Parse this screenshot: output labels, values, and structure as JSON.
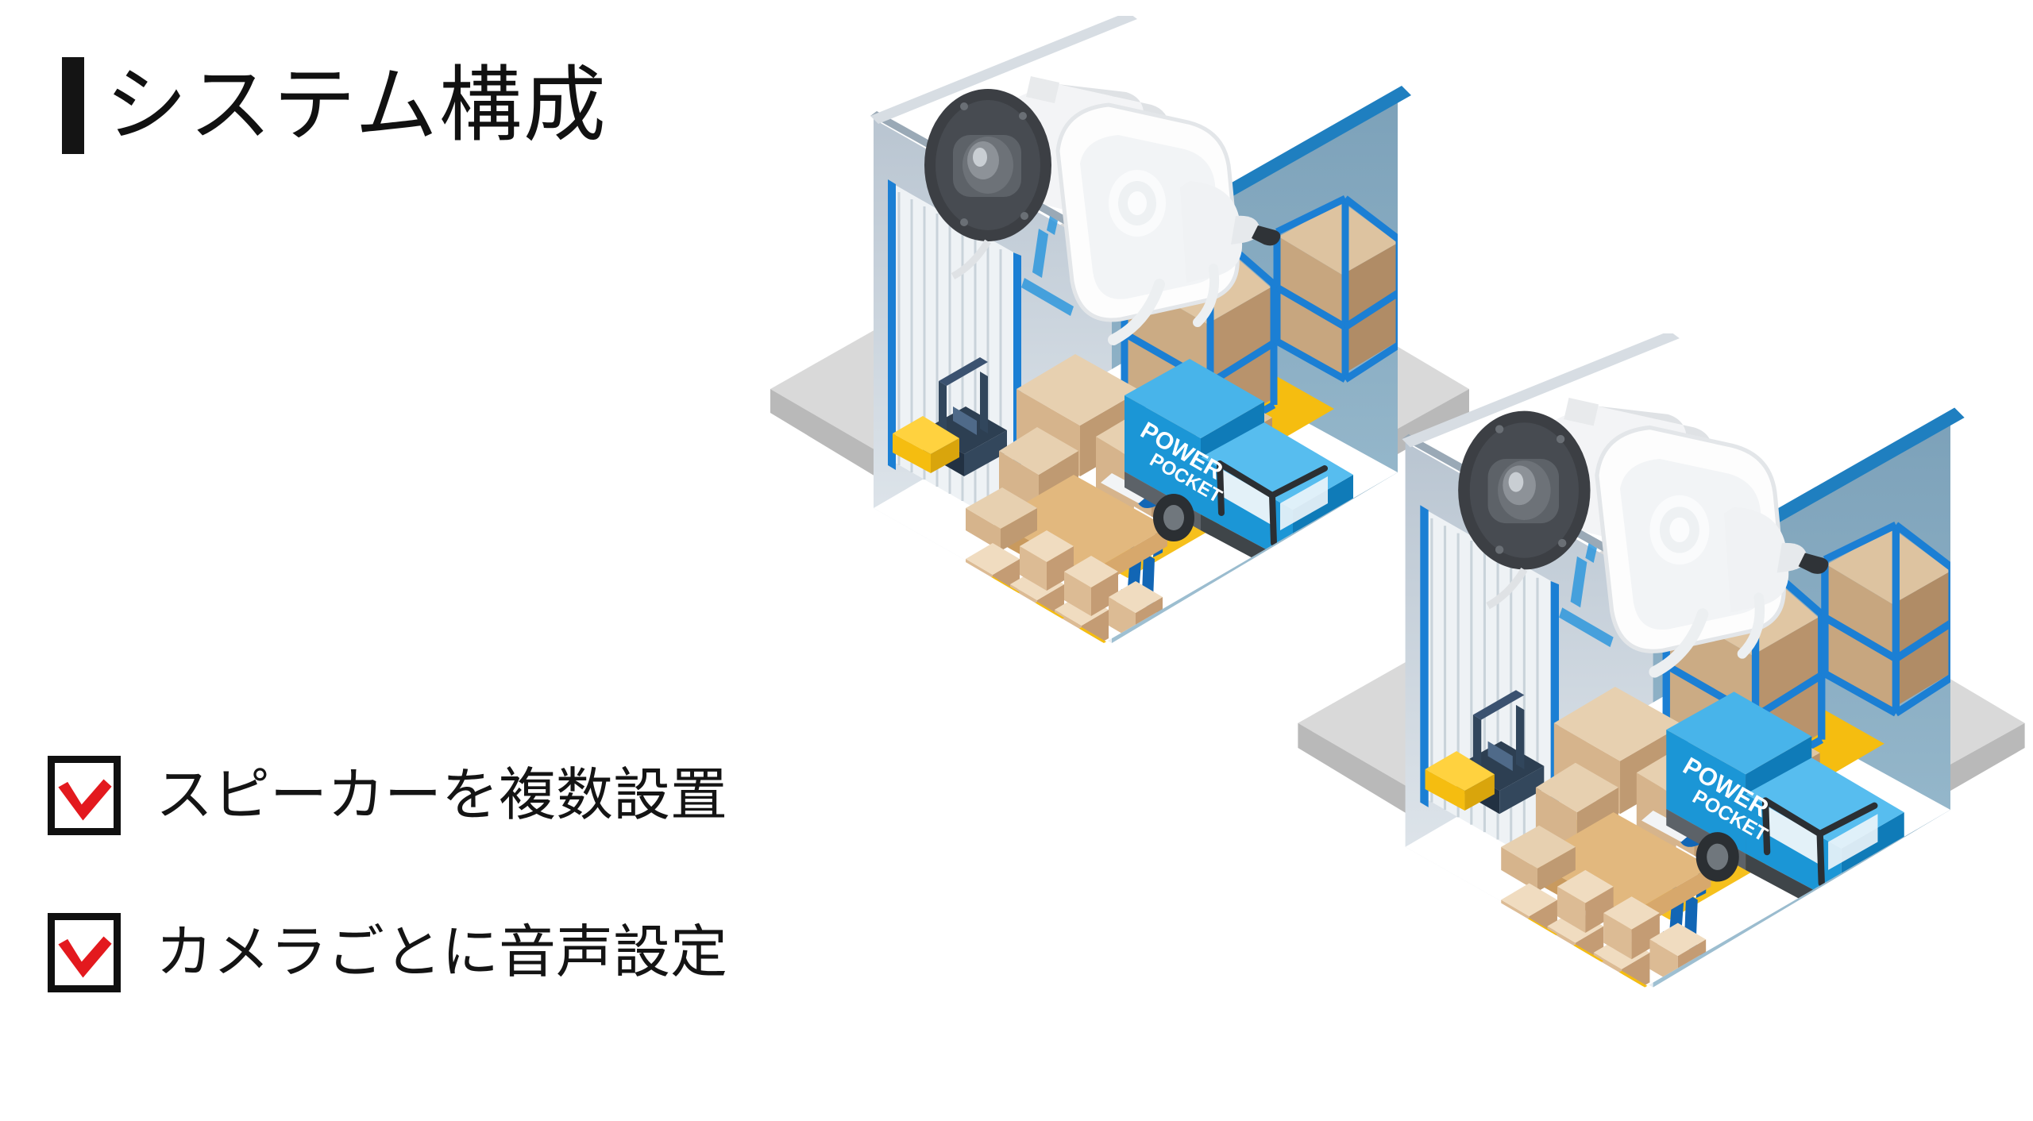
{
  "slide": {
    "background_color": "#ffffff",
    "title": "システム構成",
    "title_accent_color": "#141414"
  },
  "checklist": {
    "check_color": "#e3191e",
    "box_border_color": "#101010",
    "items": [
      {
        "label": "スピーカーを複数設置",
        "checked": true,
        "icon": "checkmark-icon"
      },
      {
        "label": "カメラごとに音声設定",
        "checked": true,
        "icon": "checkmark-icon"
      }
    ]
  },
  "illustrations": [
    {
      "name": "warehouse-diagram-1",
      "devices": [
        {
          "type": "bullet-camera",
          "icon": "camera-icon",
          "body_color": "#f4f5f6",
          "lens_color": "#3c3f44"
        },
        {
          "type": "horn-speaker",
          "icon": "speaker-icon",
          "body_color": "#fbfbfb"
        }
      ],
      "scene": {
        "wall_left_color": "#b6c2ce",
        "wall_right_color": "#7ba0b8",
        "wall_top_edge_color": "#1f7fc0",
        "floor_color": "#ffffff",
        "floor_marking_color": "#f5bd10",
        "rack_color": "#1b7fd4",
        "box_color": "#d8b183",
        "ground_shadow_color": "#b9b9b9",
        "vehicle": {
          "label_line1": "POWER",
          "label_line2": "POCKET",
          "body_color": "#1b96d6"
        },
        "worker_color": "#1266b5",
        "forklift_color": "#2d3f52"
      }
    },
    {
      "name": "warehouse-diagram-2",
      "devices": [
        {
          "type": "bullet-camera",
          "icon": "camera-icon",
          "body_color": "#f4f5f6",
          "lens_color": "#3c3f44"
        },
        {
          "type": "horn-speaker",
          "icon": "speaker-icon",
          "body_color": "#fbfbfb"
        }
      ],
      "scene": {
        "wall_left_color": "#b6c2ce",
        "wall_right_color": "#7ba0b8",
        "wall_top_edge_color": "#1f7fc0",
        "floor_color": "#ffffff",
        "floor_marking_color": "#f5bd10",
        "rack_color": "#1b7fd4",
        "box_color": "#d8b183",
        "ground_shadow_color": "#b9b9b9",
        "vehicle": {
          "label_line1": "POWER",
          "label_line2": "POCKET",
          "body_color": "#1b96d6"
        },
        "worker_color": "#1266b5",
        "forklift_color": "#2d3f52"
      }
    }
  ]
}
